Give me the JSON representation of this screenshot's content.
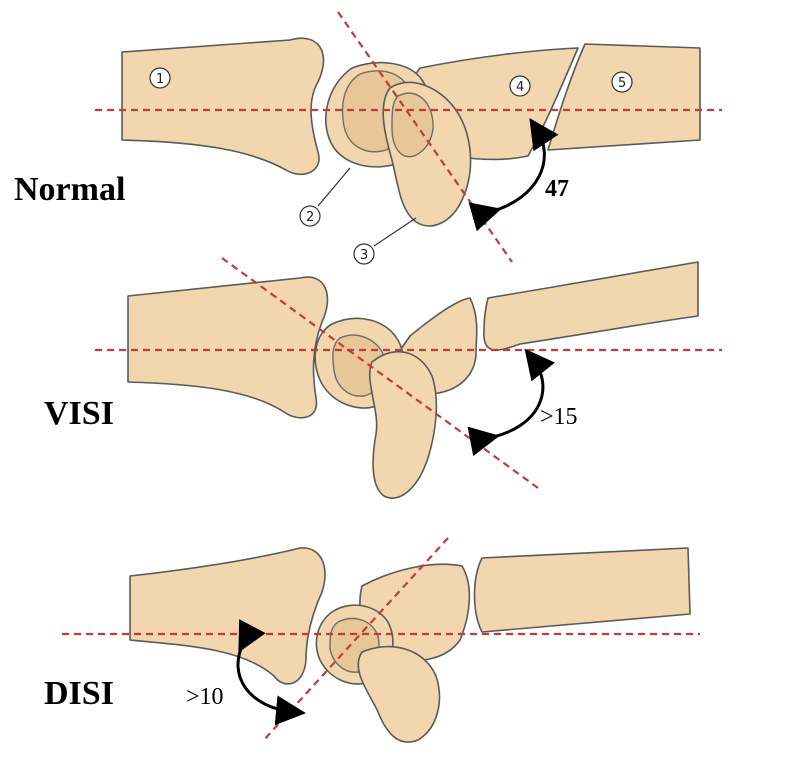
{
  "panels": {
    "normal": {
      "label": "Normal",
      "angle": "47"
    },
    "visi": {
      "label": "VISI",
      "angle": ">15"
    },
    "disi": {
      "label": "DISI",
      "angle": ">10"
    }
  },
  "markers": [
    "1",
    "2",
    "3",
    "4",
    "5"
  ],
  "colors": {
    "bone": "#f2d6ad",
    "bone_outline": "#5a5a5a",
    "axis_line": "#c43a3a",
    "arrow": "#000000"
  }
}
